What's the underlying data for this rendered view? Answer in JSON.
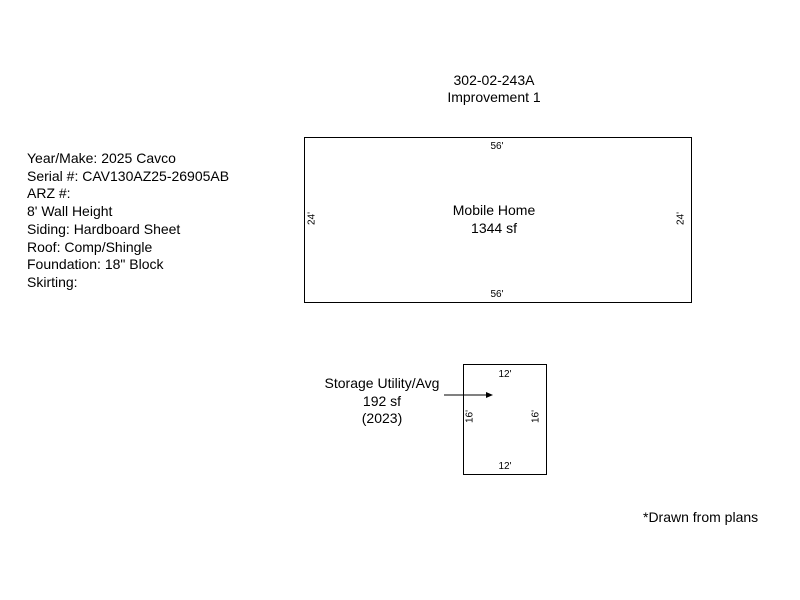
{
  "header": {
    "parcel": "302-02-243A",
    "improvement": "Improvement 1"
  },
  "info_lines": [
    "Year/Make: 2025 Cavco",
    "Serial #: CAV130AZ25-26905AB",
    "ARZ #:",
    "8' Wall Height",
    "Siding: Hardboard Sheet",
    "Roof: Comp/Shingle",
    "Foundation: 18\" Block",
    "Skirting:"
  ],
  "mobile_home": {
    "name": "Mobile Home",
    "area": "1344 sf",
    "top": "56'",
    "bottom": "56'",
    "left": "24'",
    "right": "24'"
  },
  "storage": {
    "name": "Storage Utility/Avg",
    "area": "192 sf",
    "year": "(2023)",
    "top": "12'",
    "bottom": "12'",
    "left": "16'",
    "right": "16'"
  },
  "footnote": "*Drawn from plans"
}
